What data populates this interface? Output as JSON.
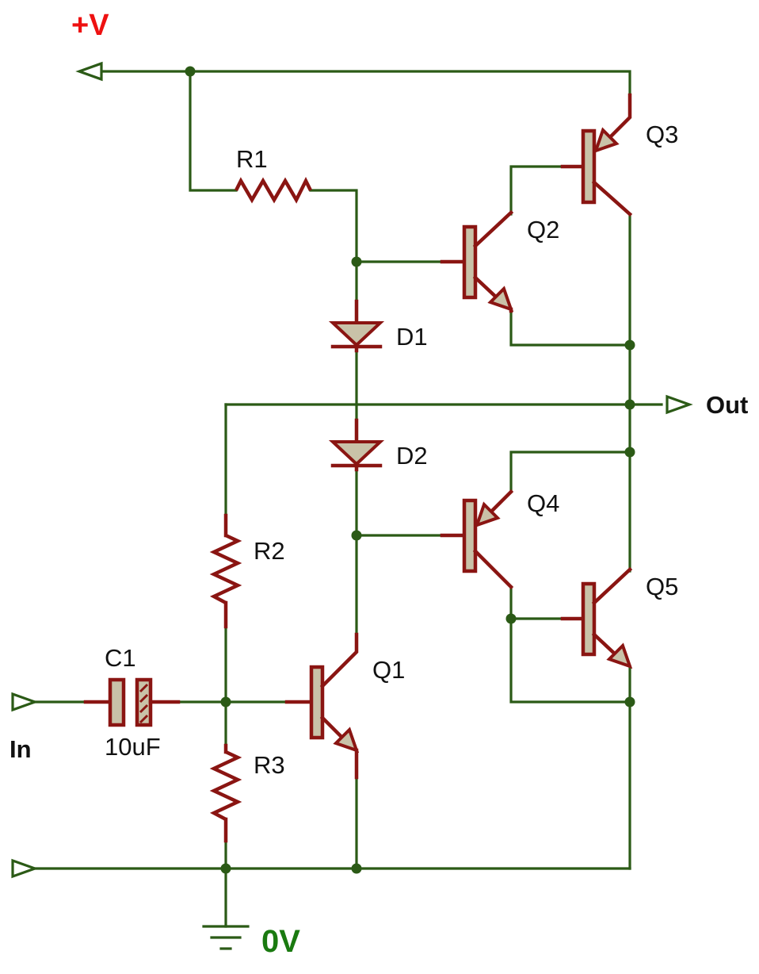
{
  "supply": {
    "label": "+V",
    "color": "#ee1111"
  },
  "ground": {
    "label": "0V",
    "color": "#1a7a10"
  },
  "ports": {
    "input": "In",
    "output": "Out"
  },
  "components": {
    "r1": "R1",
    "r2": "R2",
    "r3": "R3",
    "d1": "D1",
    "d2": "D2",
    "q1": "Q1",
    "q2": "Q2",
    "q3": "Q3",
    "q4": "Q4",
    "q5": "Q5",
    "c1": "C1",
    "c1_value": "10uF"
  },
  "colors": {
    "wire": "#2b5a16",
    "component": "#8a1512",
    "body_fill": "#c9c2a8"
  }
}
